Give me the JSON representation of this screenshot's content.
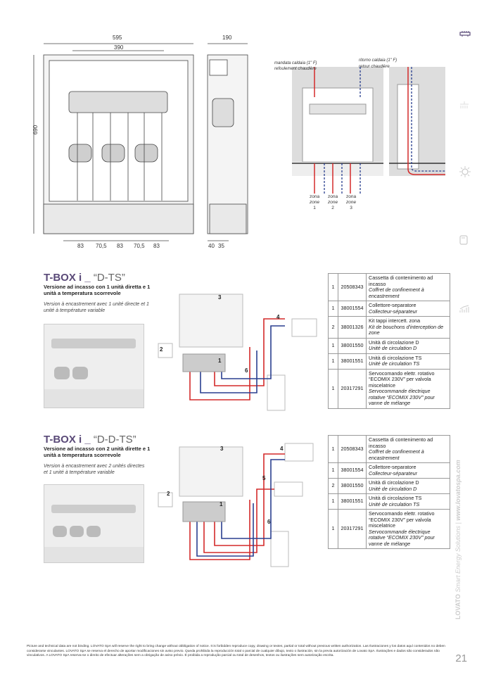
{
  "drawing_dims": {
    "width_total": "595",
    "width_inner": "390",
    "depth": "190",
    "height": "690",
    "bottom": [
      "83",
      "70,5",
      "83",
      "70,5",
      "83"
    ],
    "side_bottom": [
      "40",
      "35"
    ]
  },
  "install_diagram": {
    "supply_it": "mandata caldaia (1\" F)",
    "supply_fr": "refoulement chaudière",
    "return_it": "ritorno caldaia (1\" F)",
    "return_fr": "retour chaudière",
    "zones": [
      {
        "it": "zona",
        "fr": "zone",
        "n": "1"
      },
      {
        "it": "zona",
        "fr": "zone",
        "n": "2"
      },
      {
        "it": "zona",
        "fr": "zone",
        "n": "3"
      }
    ]
  },
  "sections": [
    {
      "title_main": "T-BOX i _",
      "title_variant": "“D-TS”",
      "subtitle_it": "Versione ad incasso con 1 unità diretta e 1 unità a temperatura scorrevole",
      "subtitle_fr": "Version à encastrement avec 1 unité directe et 1 unité à température variable",
      "schematic_labels": [
        "1",
        "2",
        "3",
        "4",
        "6"
      ],
      "rows": [
        {
          "qty": "1",
          "code": "20508343",
          "it": "Cassetta di contenimento ad incasso",
          "fr": "Coffret de confinement à encastrement"
        },
        {
          "qty": "1",
          "code": "38001554",
          "it": "Collettore-separatore",
          "fr": "Collecteur-séparateur"
        },
        {
          "qty": "2",
          "code": "38001326",
          "it": "Kit tappi intercett. zona",
          "fr": "Kit de bouchons d'interception de zone"
        },
        {
          "qty": "1",
          "code": "38001550",
          "it": "Unità di circolazione D",
          "fr": "Unité de circulation D"
        },
        {
          "qty": "1",
          "code": "38001551",
          "it": "Unità di circolazione TS",
          "fr": "Unité de circulation TS"
        },
        {
          "qty": "1",
          "code": "20317291",
          "it": "Servocomando elettr. rotativo “ECOMIX 230V” per valvola miscelatrice",
          "fr": "Servocommande électrique rotative “ECOMIX 230V” pour vanne de mélange"
        }
      ]
    },
    {
      "title_main": "T-BOX i _",
      "title_variant": "“D-D-TS”",
      "subtitle_it": "Versione ad incasso con 2 unità dirette e 1 unità a temperatura scorrevole",
      "subtitle_fr": "Version à encastrement avec 2 unités directes et 1 unité à température variable",
      "schematic_labels": [
        "1",
        "2",
        "3",
        "4",
        "5",
        "6"
      ],
      "rows": [
        {
          "qty": "1",
          "code": "20508343",
          "it": "Cassetta di contenimento ad incasso",
          "fr": "Coffret de confinement à encastrement"
        },
        {
          "qty": "1",
          "code": "38001554",
          "it": "Collettore-separatore",
          "fr": "Collecteur-séparateur"
        },
        {
          "qty": "2",
          "code": "38001550",
          "it": "Unità di circolazione D",
          "fr": "Unité de circulation D"
        },
        {
          "qty": "1",
          "code": "38001551",
          "it": "Unità di circolazione TS",
          "fr": "Unité de circulation TS"
        },
        {
          "qty": "1",
          "code": "20317291",
          "it": "Servocomando elettr. rotativo “ECOMIX 230V” per valvola miscelatrice",
          "fr": "Servocommande électrique rotative “ECOMIX 230V” pour vanne de mélange"
        }
      ]
    }
  ],
  "footer": "Picture and technical data are not binding. LOVATO SpA will reserve the right to bring change without obbligation of notice. It is forbidden reproduce copy, drawing or textes, partial or total without previous written authorization. Las Ilustraciones y los datos aquí contenidos no deben considerarse vinculantes. LOVATO SpA se reserva el derecho de aportar modificaciones sin aviso previo. Queda prohibida la reproducción total o parcial de cualquier dibujo, texto o ilustración, sin la previa autorización de Lovato SpA. Ilustrações e dados são considerados não vinculativos. A LOVATO SpA reserva-se o direito de efectuar alterações sem a obrigação de aviso prévio. É proibida a reprodução parcial ou total de desenhos, textos ou ilustrações sem autorização escrita.",
  "page_number": "21",
  "sidebar": {
    "brand": "LOVATO",
    "tagline": "Smart Energy Solutions",
    "url": "www.lovatospa.com",
    "icons": [
      "radiator-icon",
      "shower-icon",
      "sun-icon",
      "boiler-icon",
      "chart-icon"
    ]
  },
  "colors": {
    "accent": "#5a4a78",
    "supply": "#d42a2a",
    "return": "#2a3f8f"
  }
}
